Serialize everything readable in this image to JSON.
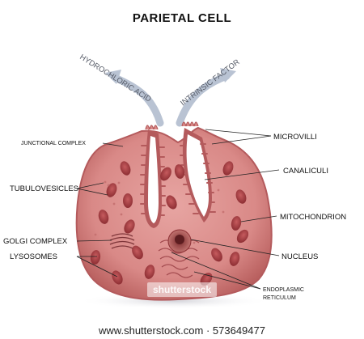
{
  "title": "PARIETAL CELL",
  "arrows": {
    "left": "HYDROCHLORIC ACID",
    "right": "INTRINSIC FACTOR"
  },
  "labels": {
    "junctional_complex": "JUNCTIONAL COMPLEX",
    "microvilli": "MICROVILLI",
    "tubulovesicles": "TUBULOVESICLES",
    "canaliculi": "CANALICULI",
    "mitochondrion": "MITOCHONDRION",
    "golgi_complex": "GOLGI COMPLEX",
    "lysosomes": "LYSOSOMES",
    "nucleus": "NUCLEUS",
    "endoplasmic_line1": "ENDOPLASMIC",
    "endoplasmic_line2": "RETICULUM"
  },
  "watermark": {
    "logo": "shutterstock",
    "bottom": "www.shutterstock.com · 573649477"
  },
  "colors": {
    "cell": "#d98987",
    "cell_edge": "#b45a5c",
    "canal": "#ffffff",
    "mito": "#9e3b40",
    "arrow": "#b9c3d3"
  }
}
